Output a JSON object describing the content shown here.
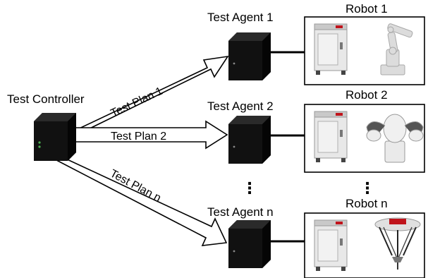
{
  "controller": {
    "label": "Test Controller"
  },
  "plans": [
    {
      "label": "Test Plan 1"
    },
    {
      "label": "Test Plan 2"
    },
    {
      "label": "Test Plan n"
    }
  ],
  "agents": [
    {
      "label": "Test Agent 1"
    },
    {
      "label": "Test Agent 2"
    },
    {
      "label": "Test Agent n"
    }
  ],
  "robots": [
    {
      "label": "Robot 1",
      "arm": "industrial-arm"
    },
    {
      "label": "Robot 2",
      "arm": "dual-arm-collaborative"
    },
    {
      "label": "Robot n",
      "arm": "delta-parallel"
    }
  ],
  "ellipsis": "⋮",
  "colors": {
    "device": "#111111",
    "stroke": "#000000",
    "cabinet": "#e6e6e6",
    "arm": "#d9d9d9",
    "accent": "#c0141c"
  }
}
